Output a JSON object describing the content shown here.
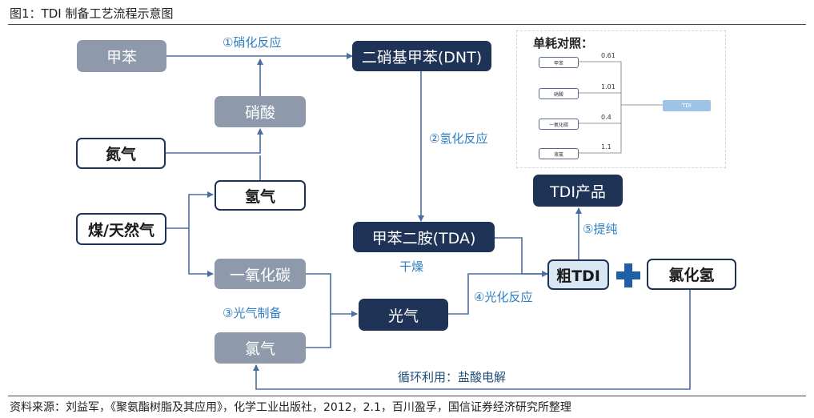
{
  "title": "图1：TDI 制备工艺流程示意图",
  "footer": "资料来源：刘益军，《聚氨酯树脂及其应用》，化学工业出版社，2012，2.1，百川盈孚，国信证券经济研究所整理",
  "nodes": {
    "toluene": "甲苯",
    "nitric_acid": "硝酸",
    "nitrogen": "氮气",
    "hydrogen": "氢气",
    "coal_gas": "煤/天然气",
    "carbon_monoxide": "一氧化碳",
    "chlorine": "氯气",
    "dnt": "二硝基甲苯(DNT)",
    "tda": "甲苯二胺(TDA)",
    "phosgene": "光气",
    "crude_tdi": "粗TDI",
    "tdi_product": "TDI产品",
    "hcl": "氯化氢"
  },
  "labels": {
    "nitration": "①硝化反应",
    "hydrogenation": "②氢化反应",
    "phosgene_prep": "③光气制备",
    "phosgenation": "④光化反应",
    "purification": "⑤提纯",
    "drying": "干燥",
    "recycle": "循环利用：盐酸电解"
  },
  "inset": {
    "title": "单耗对照：",
    "inputs": [
      {
        "name": "甲苯",
        "value": "0.61"
      },
      {
        "name": "硝酸",
        "value": "1.01"
      },
      {
        "name": "一氧化碳",
        "value": "0.4"
      },
      {
        "name": "液氯",
        "value": "1.1"
      }
    ],
    "output": "TDI"
  },
  "colors": {
    "gray_node": "#8e99ab",
    "navy_node": "#1f3356",
    "label_blue": "#2e7fc1",
    "line": "#4a6ea0"
  }
}
